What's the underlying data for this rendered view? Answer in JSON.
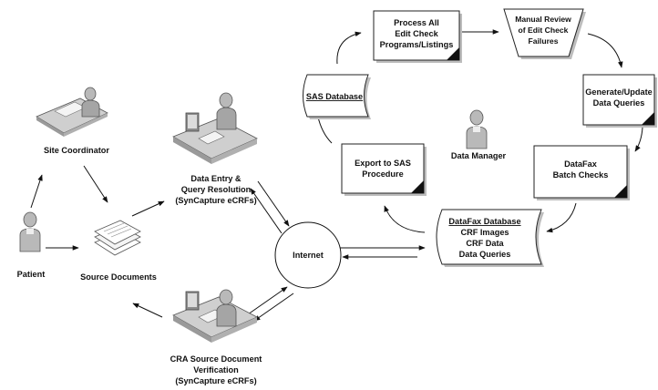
{
  "nodes": {
    "patient": {
      "label": "Patient"
    },
    "site_coordinator": {
      "label": "Site Coordinator"
    },
    "source_documents": {
      "label": "Source Documents"
    },
    "data_entry": {
      "lines": [
        "Data Entry &",
        "Query Resolution",
        "(SynCapture eCRFs)"
      ]
    },
    "cra_verification": {
      "lines": [
        "CRA Source Document",
        "Verification",
        "(SynCapture eCRFs)"
      ]
    },
    "internet": {
      "label": "Internet"
    },
    "sas_database": {
      "label": "SAS Database"
    },
    "process_all": {
      "lines": [
        "Process All",
        "Edit Check",
        "Programs/Listings"
      ]
    },
    "manual_review": {
      "lines": [
        "Manual Review",
        "of Edit Check",
        "Failures"
      ]
    },
    "generate_update": {
      "lines": [
        "Generate/Update",
        "Data Queries"
      ]
    },
    "data_manager": {
      "label": "Data Manager"
    },
    "datafax_batch": {
      "lines": [
        "DataFax",
        "Batch Checks"
      ]
    },
    "export_sas": {
      "lines": [
        "Export to SAS",
        "Procedure"
      ]
    },
    "datafax_database": {
      "title": "DataFax Database",
      "lines": [
        "CRF Images",
        "CRF Data",
        "Data Queries"
      ]
    }
  },
  "colors": {
    "stroke": "#111111",
    "shadow": "#bdbdbd",
    "person_skin": "#b9b9b9",
    "desk": "#cfcfcf"
  }
}
